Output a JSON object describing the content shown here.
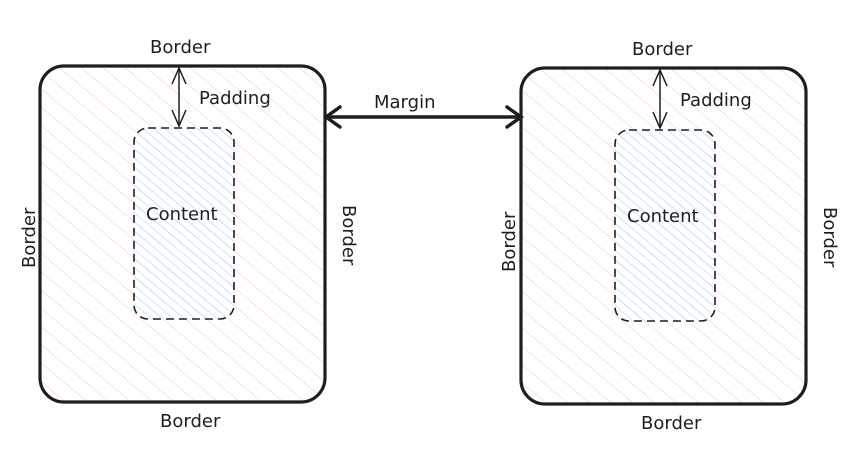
{
  "diagram": {
    "box_left": {
      "border_top": "Border",
      "border_bottom": "Border",
      "border_left": "Border",
      "border_right": "Border",
      "padding": "Padding",
      "content": "Content"
    },
    "box_right": {
      "border_top": "Border",
      "border_bottom": "Border",
      "border_left": "Border",
      "border_right": "Border",
      "padding": "Padding",
      "content": "Content"
    },
    "margin": "Margin"
  },
  "colors": {
    "stroke": "#1e1e1e",
    "box_hatch": "#ffc9c9",
    "content_hatch": "#a5d8ff",
    "background": "#ffffff"
  }
}
